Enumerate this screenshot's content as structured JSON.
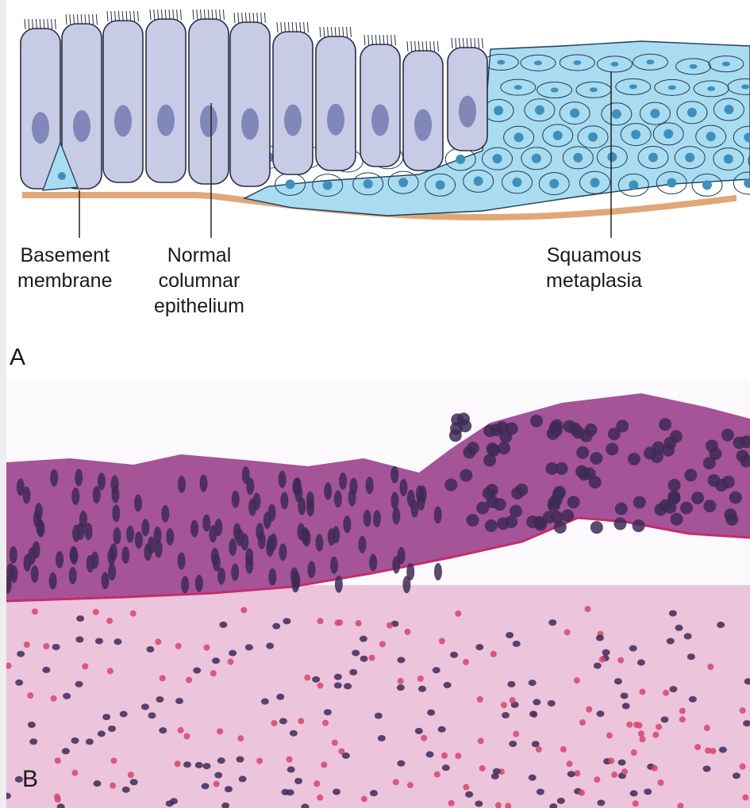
{
  "panel_a": {
    "letter": "A",
    "labels": {
      "basement": [
        "Basement",
        "membrane"
      ],
      "columnar": [
        "Normal",
        "columnar",
        "epithelium"
      ],
      "squamous": [
        "Squamous",
        "metaplasia"
      ]
    },
    "colors": {
      "columnar_cell": "#c8cbe6",
      "columnar_nucleus": "#8187b8",
      "squamous_cell": "#a9dcf1",
      "squamous_nucleus": "#3f8fbd",
      "basement_membrane": "#e0a778"
    }
  },
  "panel_b": {
    "letter": "B",
    "colors": {
      "epithelium": "#a55497",
      "nuclei": "#3e2a56",
      "stroma": "#ecc4dc",
      "rbc": "#d6456e"
    }
  }
}
